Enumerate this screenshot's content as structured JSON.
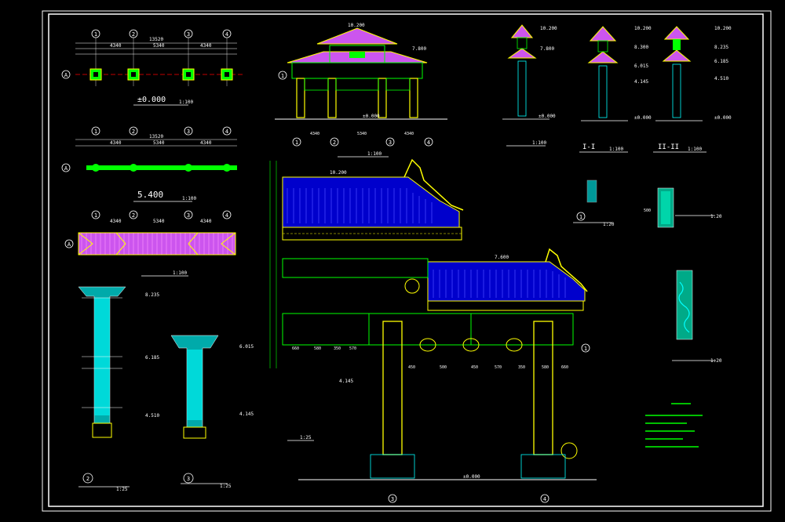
{
  "colors": {
    "background": "#000000",
    "border": "#ffffff",
    "green": "#00ff00",
    "yellow": "#ffff00",
    "cyan": "#00ffff",
    "magenta": "#ff66ff",
    "blue": "#0000cc",
    "red": "#ff0000",
    "white": "#ffffff"
  },
  "plan_0": {
    "axes": [
      "1",
      "2",
      "3",
      "4"
    ],
    "row_label": "A",
    "dims_top": [
      "13520",
      "4340",
      "5340",
      "4340"
    ],
    "title": "±0.000",
    "scale": "1:100"
  },
  "plan_5400": {
    "axes": [
      "1",
      "2",
      "3",
      "4"
    ],
    "row_label": "A",
    "dims_top": [
      "13520",
      "4340",
      "5340",
      "4340"
    ],
    "title": "5.400",
    "scale": "1:100"
  },
  "roof_plan": {
    "axes": [
      "1",
      "2",
      "3",
      "4"
    ],
    "row_label": "A",
    "dims_top": [
      "4340",
      "5340",
      "4340"
    ],
    "scale": "1:100"
  },
  "column_details": {
    "left": {
      "levels": [
        "8.235",
        "6.185",
        "4.510"
      ],
      "axis": "2",
      "scale": "1:25"
    },
    "right": {
      "levels": [
        "6.015",
        "4.145"
      ],
      "axis": "3",
      "scale": "1:25"
    }
  },
  "front_elevation": {
    "top_level": "10.200",
    "mid_level": "7.800",
    "base_level": "±0.000",
    "axes": [
      "1",
      "2",
      "3",
      "4"
    ],
    "dims_bottom": [
      "4340",
      "5340",
      "4340"
    ],
    "section_mark": "1",
    "scale": "1:100"
  },
  "side_elevations": {
    "a": {
      "levels": [
        "10.200",
        "7.800",
        "±0.000"
      ],
      "scale": "1:100"
    },
    "b": {
      "levels": [
        "10.200",
        "8.300",
        "6.015",
        "4.145",
        "±0.000"
      ],
      "title": "I-I",
      "scale": "1:100"
    },
    "c": {
      "levels": [
        "10.200",
        "8.235",
        "6.185",
        "4.510",
        "±0.000"
      ],
      "title": "II-II",
      "scale": "1:100"
    }
  },
  "main_detail": {
    "level_top": "10.200",
    "level_mid": "7.600",
    "level_low": "4.145",
    "level_base": "±0.000",
    "axis_bottom": [
      "3",
      "4"
    ],
    "axis_side": "1",
    "scale": "1:25",
    "dim_marks": [
      "660",
      "580",
      "350",
      "570",
      "450",
      "500",
      "450",
      "570",
      "350",
      "580",
      "660"
    ]
  },
  "small_details": {
    "detail1": {
      "label": "1",
      "scale": "1:20"
    },
    "detail2": {
      "label": "500",
      "scale": "1:20"
    },
    "ornament": {
      "scale": "1:20"
    }
  }
}
